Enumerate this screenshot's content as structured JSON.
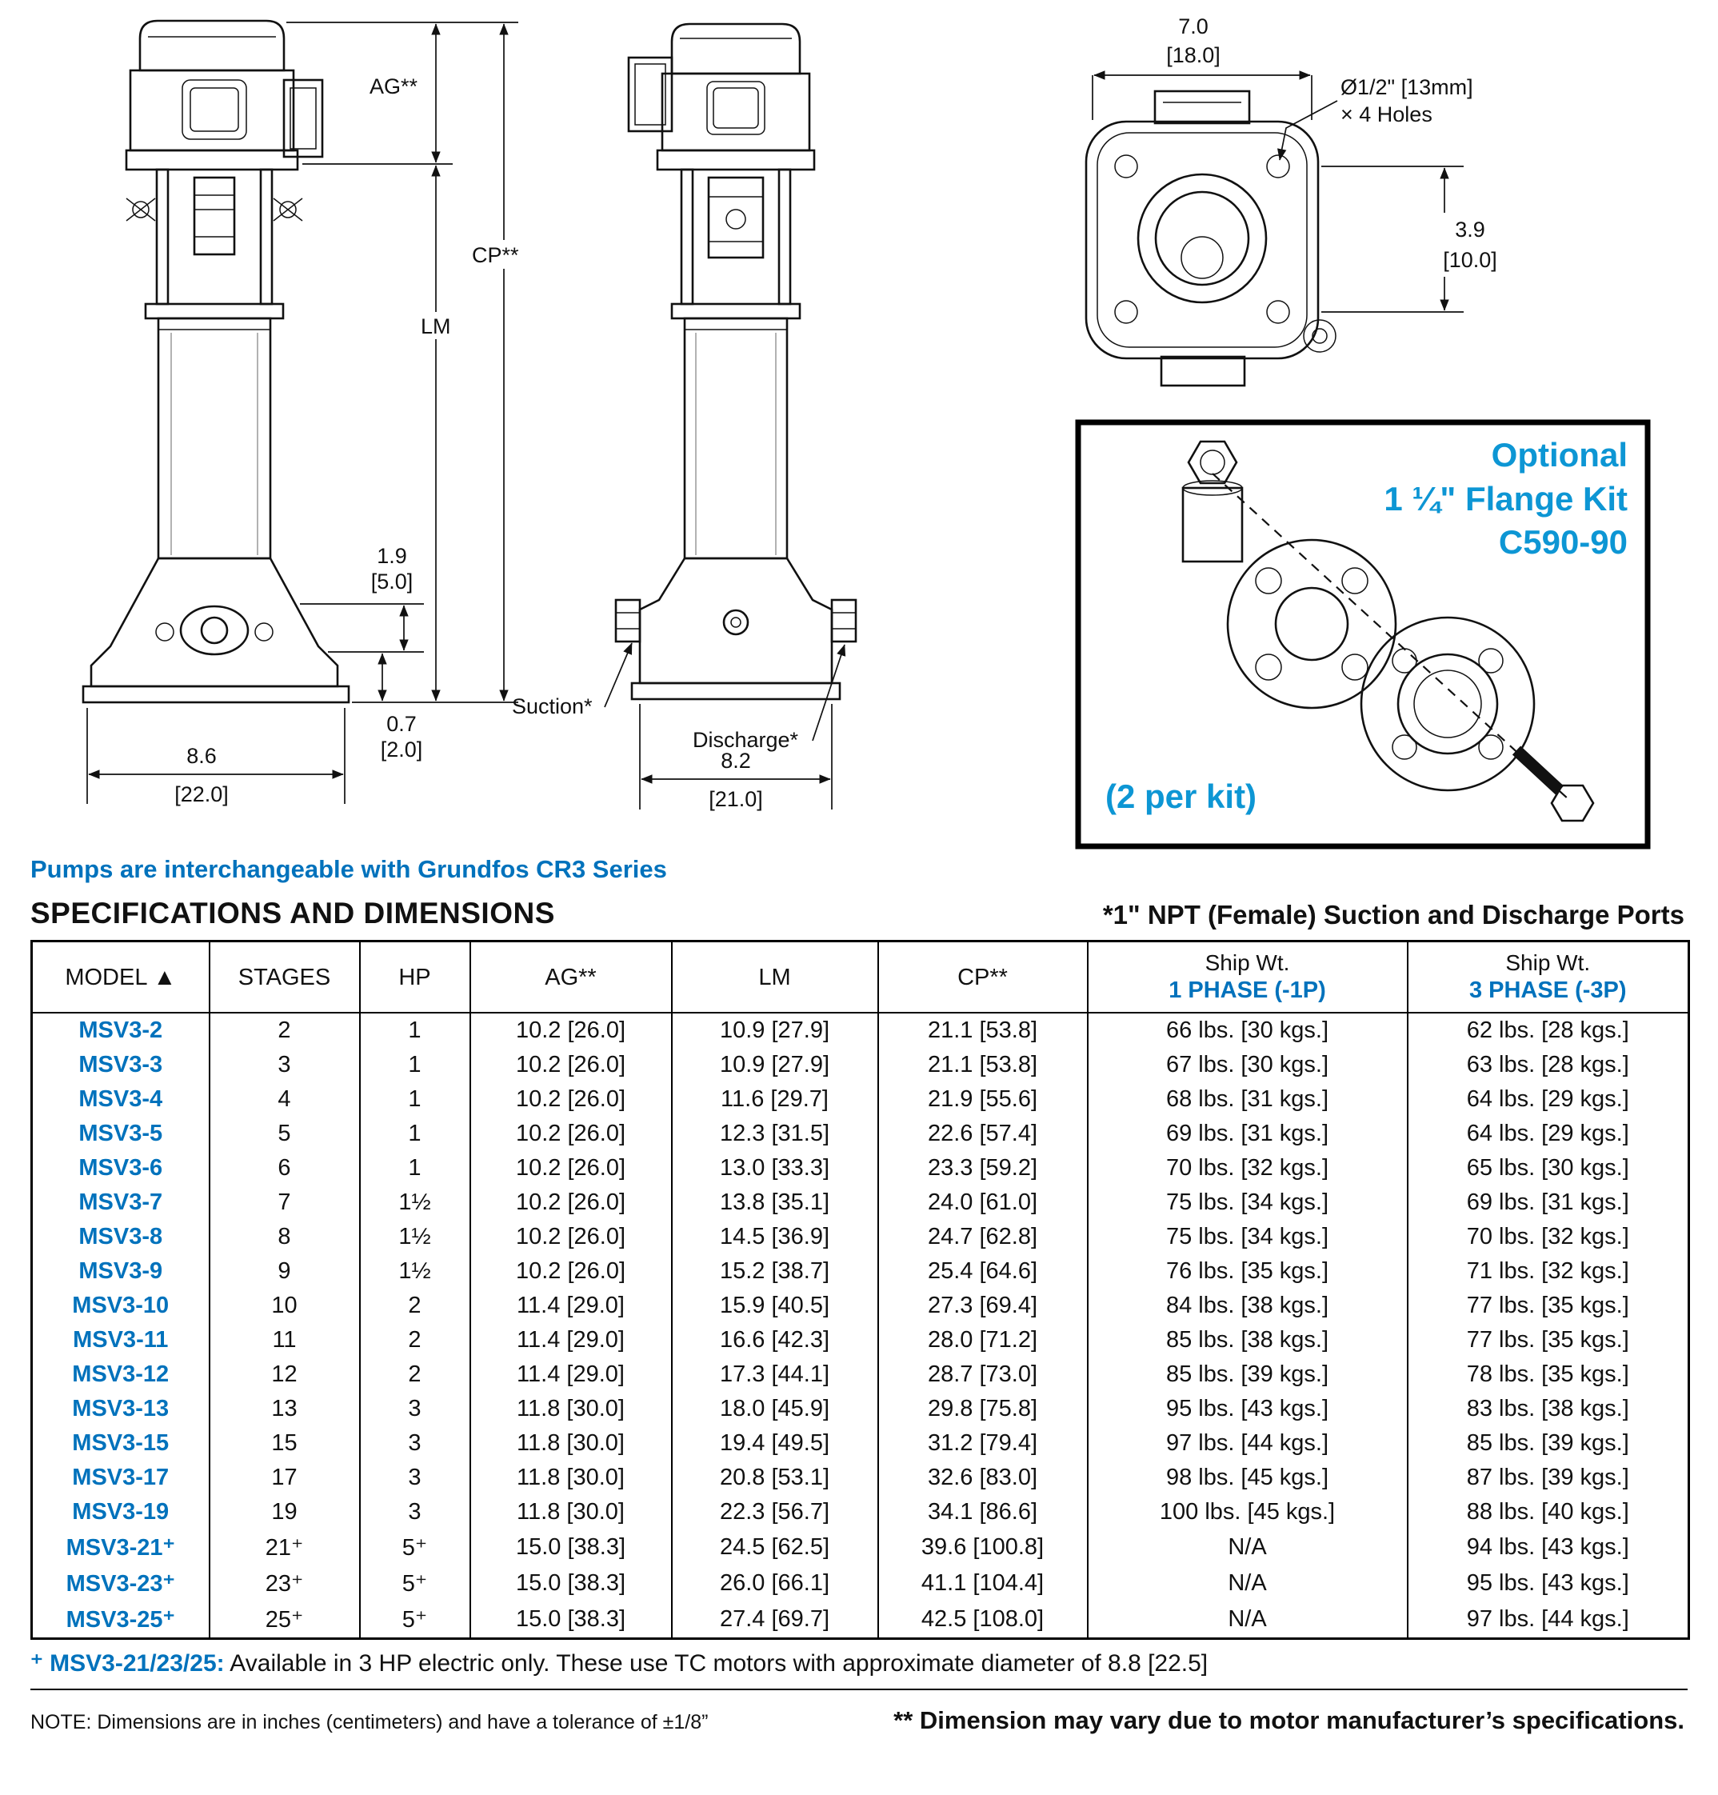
{
  "colors": {
    "accent_blue": "#0072bc",
    "kit_blue": "#0d96d4"
  },
  "diagram": {
    "front_view": {
      "ag": "AG**",
      "cp": "CP**",
      "lm": "LM",
      "dim_1_9": "1.9",
      "dim_1_9_cm": "[5.0]",
      "dim_0_7": "0.7",
      "dim_0_7_cm": "[2.0]",
      "dim_8_6": "8.6",
      "dim_8_6_cm": "[22.0]"
    },
    "side_view": {
      "suction": "Suction*",
      "discharge": "Discharge*",
      "dim_8_2": "8.2",
      "dim_8_2_cm": "[21.0]"
    },
    "top_view": {
      "dim_7_0": "7.0",
      "dim_7_0_cm": "[18.0]",
      "holes_line1": "Ø1/2\" [13mm]",
      "holes_line2": "× 4 Holes",
      "dim_3_9": "3.9",
      "dim_3_9_cm": "[10.0]"
    },
    "flange_kit": {
      "line1": "Optional",
      "line2": "1 ¼\" Flange Kit",
      "line3": "C590-90",
      "note": "(2 per kit)"
    }
  },
  "interchange_note": "Pumps are interchangeable with Grundfos CR3 Series",
  "section": {
    "title": "SPECIFICATIONS AND DIMENSIONS",
    "ports_note": "*1\" NPT (Female) Suction and Discharge Ports"
  },
  "table": {
    "headers": [
      {
        "top": "",
        "main": "MODEL ▲"
      },
      {
        "top": "",
        "main": "STAGES"
      },
      {
        "top": "",
        "main": "HP"
      },
      {
        "top": "",
        "main": "AG**"
      },
      {
        "top": "",
        "main": "LM"
      },
      {
        "top": "",
        "main": "CP**"
      },
      {
        "top": "Ship Wt.",
        "main": "1 PHASE (-1P)"
      },
      {
        "top": "Ship Wt.",
        "main": "3 PHASE (-3P)"
      }
    ],
    "rows": [
      [
        "MSV3-2",
        "2",
        "1",
        "10.2 [26.0]",
        "10.9 [27.9]",
        "21.1 [53.8]",
        "66 lbs. [30 kgs.]",
        "62 lbs. [28 kgs.]"
      ],
      [
        "MSV3-3",
        "3",
        "1",
        "10.2 [26.0]",
        "10.9 [27.9]",
        "21.1 [53.8]",
        "67 lbs. [30 kgs.]",
        "63 lbs. [28 kgs.]"
      ],
      [
        "MSV3-4",
        "4",
        "1",
        "10.2 [26.0]",
        "11.6 [29.7]",
        "21.9 [55.6]",
        "68 lbs. [31 kgs.]",
        "64 lbs. [29 kgs.]"
      ],
      [
        "MSV3-5",
        "5",
        "1",
        "10.2 [26.0]",
        "12.3 [31.5]",
        "22.6 [57.4]",
        "69 lbs. [31 kgs.]",
        "64 lbs. [29 kgs.]"
      ],
      [
        "MSV3-6",
        "6",
        "1",
        "10.2 [26.0]",
        "13.0 [33.3]",
        "23.3 [59.2]",
        "70 lbs. [32 kgs.]",
        "65 lbs. [30 kgs.]"
      ],
      [
        "MSV3-7",
        "7",
        "1½",
        "10.2 [26.0]",
        "13.8 [35.1]",
        "24.0 [61.0]",
        "75 lbs. [34 kgs.]",
        "69 lbs. [31 kgs.]"
      ],
      [
        "MSV3-8",
        "8",
        "1½",
        "10.2 [26.0]",
        "14.5 [36.9]",
        "24.7 [62.8]",
        "75 lbs. [34 kgs.]",
        "70 lbs. [32 kgs.]"
      ],
      [
        "MSV3-9",
        "9",
        "1½",
        "10.2 [26.0]",
        "15.2 [38.7]",
        "25.4 [64.6]",
        "76 lbs. [35 kgs.]",
        "71 lbs. [32 kgs.]"
      ],
      [
        "MSV3-10",
        "10",
        "2",
        "11.4 [29.0]",
        "15.9 [40.5]",
        "27.3 [69.4]",
        "84 lbs. [38 kgs.]",
        "77 lbs. [35 kgs.]"
      ],
      [
        "MSV3-11",
        "11",
        "2",
        "11.4 [29.0]",
        "16.6 [42.3]",
        "28.0 [71.2]",
        "85 lbs. [38 kgs.]",
        "77 lbs. [35 kgs.]"
      ],
      [
        "MSV3-12",
        "12",
        "2",
        "11.4 [29.0]",
        "17.3 [44.1]",
        "28.7 [73.0]",
        "85 lbs. [39 kgs.]",
        "78 lbs. [35 kgs.]"
      ],
      [
        "MSV3-13",
        "13",
        "3",
        "11.8 [30.0]",
        "18.0 [45.9]",
        "29.8 [75.8]",
        "95 lbs. [43 kgs.]",
        "83 lbs. [38 kgs.]"
      ],
      [
        "MSV3-15",
        "15",
        "3",
        "11.8 [30.0]",
        "19.4 [49.5]",
        "31.2 [79.4]",
        "97 lbs. [44 kgs.]",
        "85 lbs. [39 kgs.]"
      ],
      [
        "MSV3-17",
        "17",
        "3",
        "11.8 [30.0]",
        "20.8 [53.1]",
        "32.6 [83.0]",
        "98 lbs. [45 kgs.]",
        "87 lbs. [39 kgs.]"
      ],
      [
        "MSV3-19",
        "19",
        "3",
        "11.8 [30.0]",
        "22.3 [56.7]",
        "34.1 [86.6]",
        "100 lbs. [45 kgs.]",
        "88 lbs. [40 kgs.]"
      ],
      [
        "MSV3-21⁺",
        "21⁺",
        "5⁺",
        "15.0 [38.3]",
        "24.5 [62.5]",
        "39.6 [100.8]",
        "N/A",
        "94 lbs. [43 kgs.]"
      ],
      [
        "MSV3-23⁺",
        "23⁺",
        "5⁺",
        "15.0 [38.3]",
        "26.0 [66.1]",
        "41.1 [104.4]",
        "N/A",
        "95 lbs. [43 kgs.]"
      ],
      [
        "MSV3-25⁺",
        "25⁺",
        "5⁺",
        "15.0 [38.3]",
        "27.4 [69.7]",
        "42.5 [108.0]",
        "N/A",
        "97 lbs. [44 kgs.]"
      ]
    ]
  },
  "footnotes": {
    "plus_label": "⁺ MSV3-21/23/25:",
    "plus_text": " Available in 3 HP electric only.  These use TC motors with approximate diameter of 8.8 [22.5]",
    "note": "NOTE: Dimensions are in inches (centimeters) and have a tolerance of ±1/8”",
    "dimension_note": "** Dimension may vary due to motor manufacturer’s specifications."
  }
}
